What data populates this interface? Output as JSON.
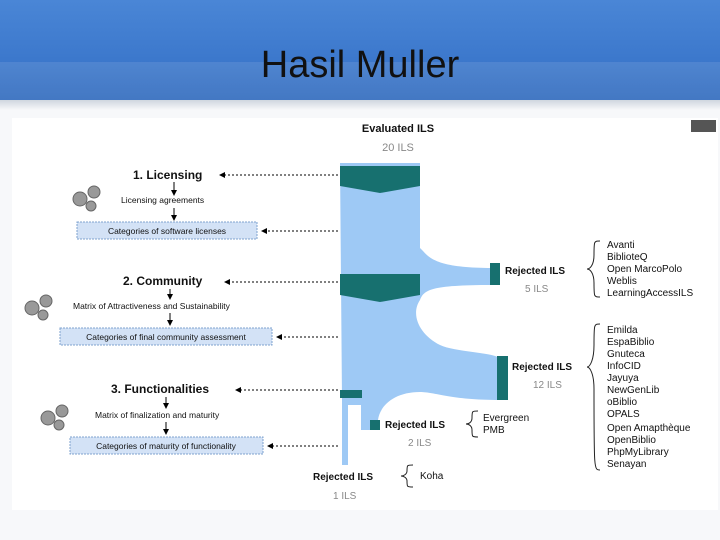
{
  "slide": {
    "title": "Hasil Muller"
  },
  "top": {
    "label": "Evaluated ILS",
    "count": "20 ILS"
  },
  "steps": [
    {
      "heading": "1. Licensing",
      "method": "Licensing agreements",
      "output": "Categories of software licenses"
    },
    {
      "heading": "2. Community",
      "method": "Matrix of Attractiveness and Sustainability",
      "output": "Categories of final community assessment"
    },
    {
      "heading": "3. Functionalities",
      "method": "Matrix of finalization and maturity",
      "output": "Categories of maturity of functionality"
    }
  ],
  "rejections": [
    {
      "label": "Rejected ILS",
      "count": "5 ILS",
      "items": [
        "Avanti",
        "BiblioteQ",
        "Open MarcoPolo",
        "Weblis",
        "LearningAccessILS"
      ]
    },
    {
      "label": "Rejected ILS",
      "count": "12 ILS",
      "items": [
        "Emilda",
        "EspaBiblio",
        "Gnuteca",
        "InfoCID",
        "Jayuya",
        "NewGenLib",
        "oBiblio",
        "OPALS",
        "Open Amapthèque",
        "OpenBiblio",
        "PhpMyLibrary",
        "Senayan"
      ]
    },
    {
      "label": "Rejected ILS",
      "count": "2 ILS",
      "items": [
        "Evergreen",
        "PMB"
      ]
    },
    {
      "label": "Rejected ILS",
      "count": "1 ILS",
      "items": [
        "Koha"
      ]
    }
  ],
  "colors": {
    "flow": "#9ec9f5",
    "band": "#17706f",
    "box": "#d3e2f6",
    "title_bg": "#3c78cc"
  }
}
